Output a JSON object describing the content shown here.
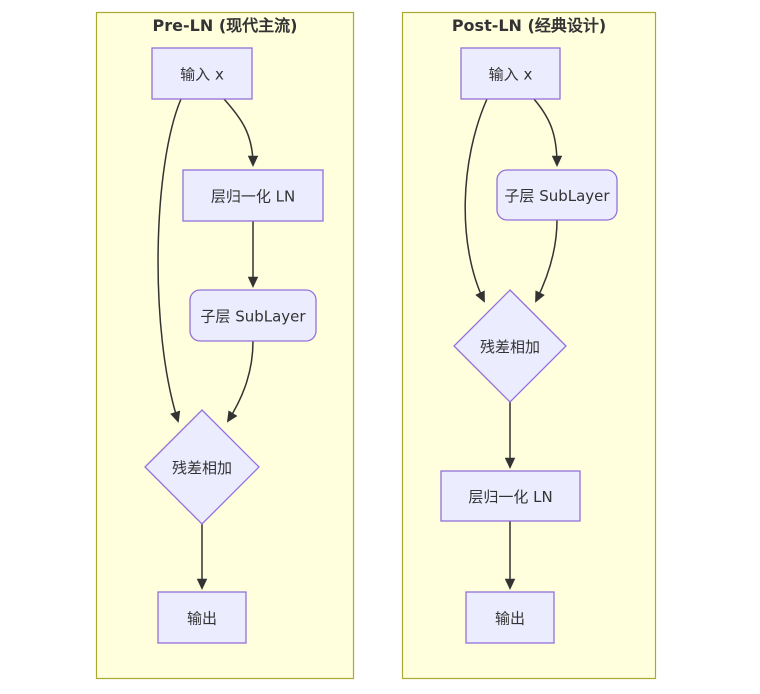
{
  "diagram": {
    "type": "flowchart-comparison",
    "colors": {
      "panel_fill": "#ffffde",
      "panel_border": "#aaaa33",
      "node_fill": "#ECECFF",
      "node_border": "#9370DB",
      "edge": "#333333",
      "text": "#333333"
    }
  },
  "panels": [
    {
      "title": "Pre-LN (现代主流)",
      "nodes": [
        {
          "id": "input",
          "label": "输入 x",
          "shape": "rect"
        },
        {
          "id": "layernorm",
          "label": "层归一化 LN",
          "shape": "rect"
        },
        {
          "id": "sublayer",
          "label": "子层 SubLayer",
          "shape": "rounded-rect"
        },
        {
          "id": "residual",
          "label": "残差相加",
          "shape": "diamond"
        },
        {
          "id": "output",
          "label": "输出",
          "shape": "rect"
        }
      ],
      "edges": [
        "input->layernorm",
        "input->residual (skip)",
        "layernorm->sublayer",
        "sublayer->residual",
        "residual->output"
      ]
    },
    {
      "title": "Post-LN (经典设计)",
      "nodes": [
        {
          "id": "input",
          "label": "输入 x",
          "shape": "rect"
        },
        {
          "id": "sublayer",
          "label": "子层 SubLayer",
          "shape": "rounded-rect"
        },
        {
          "id": "residual",
          "label": "残差相加",
          "shape": "diamond"
        },
        {
          "id": "layernorm",
          "label": "层归一化 LN",
          "shape": "rect"
        },
        {
          "id": "output",
          "label": "输出",
          "shape": "rect"
        }
      ],
      "edges": [
        "input->sublayer",
        "input->residual (skip)",
        "sublayer->residual",
        "residual->layernorm",
        "layernorm->output"
      ]
    }
  ]
}
